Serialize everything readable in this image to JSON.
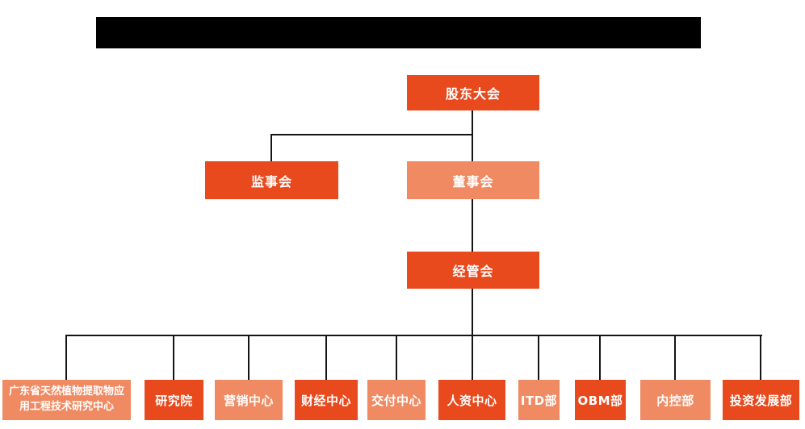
{
  "header": {
    "redacted_title": ""
  },
  "colors": {
    "primary": "#E8491D",
    "secondary": "#F08A62",
    "connector_line": "#141414",
    "node_text": "#FFFFFF",
    "redaction": "#000000",
    "background": "#FFFFFF"
  },
  "org_chart": {
    "root": {
      "label": "股东大会",
      "variant": "primary"
    },
    "level2": [
      {
        "label": "监事会",
        "variant": "primary"
      },
      {
        "label": "董事会",
        "variant": "secondary"
      }
    ],
    "level3": {
      "label": "经管会",
      "variant": "primary"
    },
    "departments": [
      {
        "label": "广东省天然植物提取物应用工程技术研究中心",
        "variant": "secondary"
      },
      {
        "label": "研究院",
        "variant": "primary"
      },
      {
        "label": "营销中心",
        "variant": "secondary"
      },
      {
        "label": "财经中心",
        "variant": "primary"
      },
      {
        "label": "交付中心",
        "variant": "secondary"
      },
      {
        "label": "人资中心",
        "variant": "primary"
      },
      {
        "label": "ITD部",
        "variant": "secondary"
      },
      {
        "label": "OBM部",
        "variant": "primary"
      },
      {
        "label": "内控部",
        "variant": "secondary"
      },
      {
        "label": "投资发展部",
        "variant": "primary"
      }
    ]
  }
}
